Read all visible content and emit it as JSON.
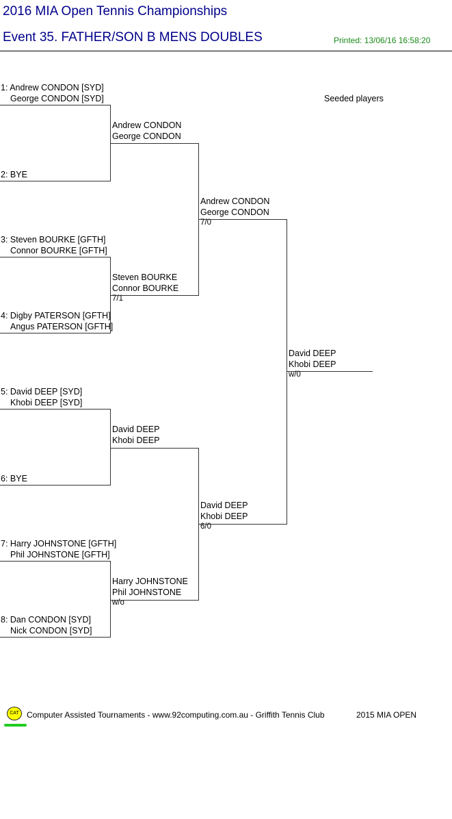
{
  "header": {
    "title": "2016 MIA Open Tennis Championships",
    "event": "Event 35. FATHER/SON B MENS DOUBLES",
    "printed": "Printed: 13/06/16 16:58:20"
  },
  "legend": {
    "seeded": "Seeded players"
  },
  "round1": [
    {
      "line1": "1: Andrew CONDON [SYD]",
      "line2": "George CONDON [SYD]"
    },
    {
      "line1": "2: BYE",
      "line2": ""
    },
    {
      "line1": "3: Steven BOURKE [GFTH]",
      "line2": "Connor BOURKE [GFTH]"
    },
    {
      "line1": "4: Digby PATERSON [GFTH]",
      "line2": "Angus PATERSON [GFTH]"
    },
    {
      "line1": "5: David DEEP [SYD]",
      "line2": "Khobi DEEP [SYD]"
    },
    {
      "line1": "6: BYE",
      "line2": ""
    },
    {
      "line1": "7: Harry JOHNSTONE [GFTH]",
      "line2": "Phil JOHNSTONE [GFTH]"
    },
    {
      "line1": "8: Dan CONDON [SYD]",
      "line2": "Nick CONDON [SYD]"
    }
  ],
  "round2": [
    {
      "line1": "Andrew CONDON",
      "line2": "George CONDON",
      "score": ""
    },
    {
      "line1": "Steven BOURKE",
      "line2": "Connor BOURKE",
      "score": "7/1"
    },
    {
      "line1": "David DEEP",
      "line2": "Khobi DEEP",
      "score": ""
    },
    {
      "line1": "Harry JOHNSTONE",
      "line2": "Phil JOHNSTONE",
      "score": "w/o"
    }
  ],
  "round3": [
    {
      "line1": "Andrew CONDON",
      "line2": "George CONDON",
      "score": "7/0"
    },
    {
      "line1": "David DEEP",
      "line2": "Khobi DEEP",
      "score": "6/0"
    }
  ],
  "final": {
    "line1": "David DEEP",
    "line2": "Khobi DEEP",
    "score": "w/0"
  },
  "footer": {
    "logo": "CAT",
    "text": "Computer Assisted Tournaments - www.92computing.com.au -  Griffith Tennis Club",
    "right": "2015 MIA OPEN"
  }
}
